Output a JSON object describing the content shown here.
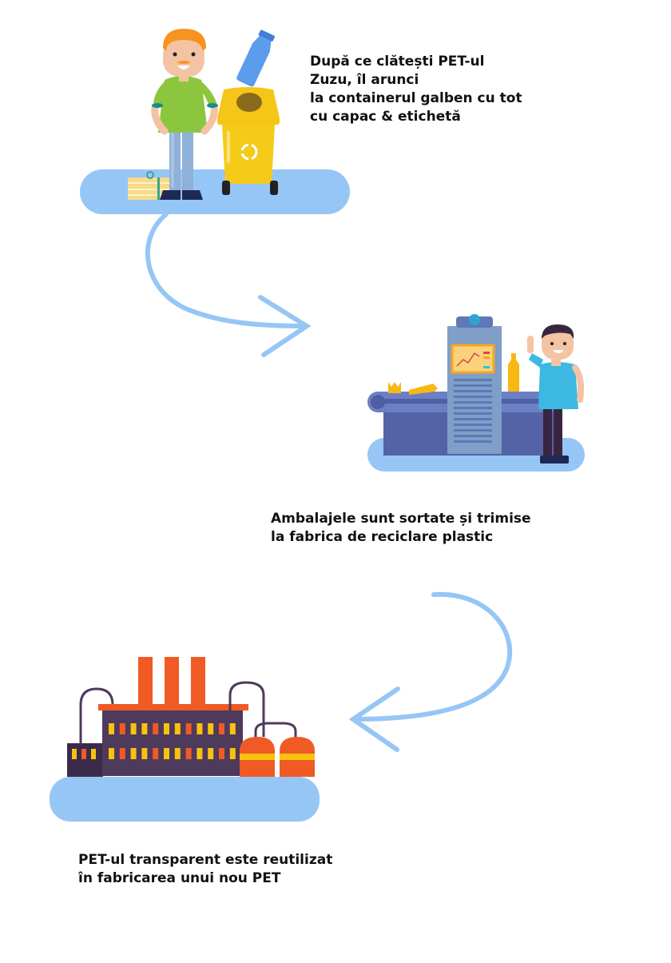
{
  "steps": [
    {
      "caption": "După ce clătești PET-ul\nZuzu, îl arunci\nla containerul galben cu tot\ncu capac & etichetă",
      "illustration": "person-recycling-bottle"
    },
    {
      "caption": "Ambalajele sunt sortate și trimise\nla fabrica de reciclare plastic",
      "illustration": "sorting-conveyor"
    },
    {
      "caption": "PET-ul transparent este reutilizat\nîn fabricarea unui nou PET",
      "illustration": "recycling-factory"
    }
  ],
  "colors": {
    "platform": "#96c6f5",
    "arrow": "#96c6f5",
    "bin": "#f5c518",
    "factory_body": "#4e3a5a",
    "factory_accent": "#f05a24",
    "window_yellow": "#f9c20e",
    "bottle": "#5b9cec"
  }
}
